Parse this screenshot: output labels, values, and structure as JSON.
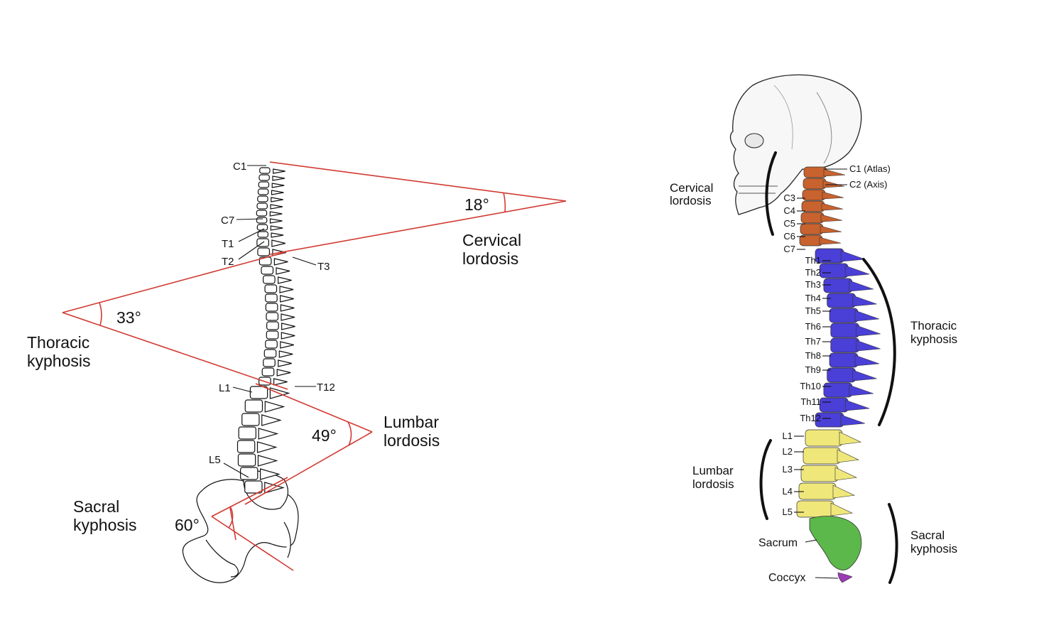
{
  "left_panel": {
    "vertebra_labels": [
      "C1",
      "C7",
      "T1",
      "T2",
      "T3",
      "T12",
      "L1",
      "L5"
    ],
    "angles": [
      {
        "value": "18°",
        "caption_line1": "Cervical",
        "caption_line2": "lordosis"
      },
      {
        "value": "33°",
        "caption_line1": "Thoracic",
        "caption_line2": "kyphosis"
      },
      {
        "value": "49°",
        "caption_line1": "Lumbar",
        "caption_line2": "lordosis"
      },
      {
        "value": "60°",
        "caption_line1": "Sacral",
        "caption_line2": "kyphosis"
      }
    ],
    "angle_line_color": "#d13a32"
  },
  "right_panel": {
    "cervical_labels": [
      "C1 (Atlas)",
      "C2 (Axis)",
      "C3",
      "C4",
      "C5",
      "C6",
      "C7"
    ],
    "thoracic_labels": [
      "Th1",
      "Th2",
      "Th3",
      "Th4",
      "Th5",
      "Th6",
      "Th7",
      "Th8",
      "Th9",
      "Th10",
      "Th11",
      "Th12"
    ],
    "lumbar_labels": [
      "L1",
      "L2",
      "L3",
      "L4",
      "L5"
    ],
    "sacrum_label": "Sacrum",
    "coccyx_label": "Coccyx",
    "curves": [
      {
        "line1": "Cervical",
        "line2": "lordosis"
      },
      {
        "line1": "Thoracic",
        "line2": "kyphosis"
      },
      {
        "line1": "Lumbar",
        "line2": "lordosis"
      },
      {
        "line1": "Sacral",
        "line2": "kyphosis"
      }
    ],
    "region_colors": {
      "cervical": "#c8622e",
      "thoracic": "#4a3fd6",
      "lumbar": "#efe77a",
      "sacrum": "#5cb84a",
      "coccyx": "#9b3bb5"
    }
  }
}
